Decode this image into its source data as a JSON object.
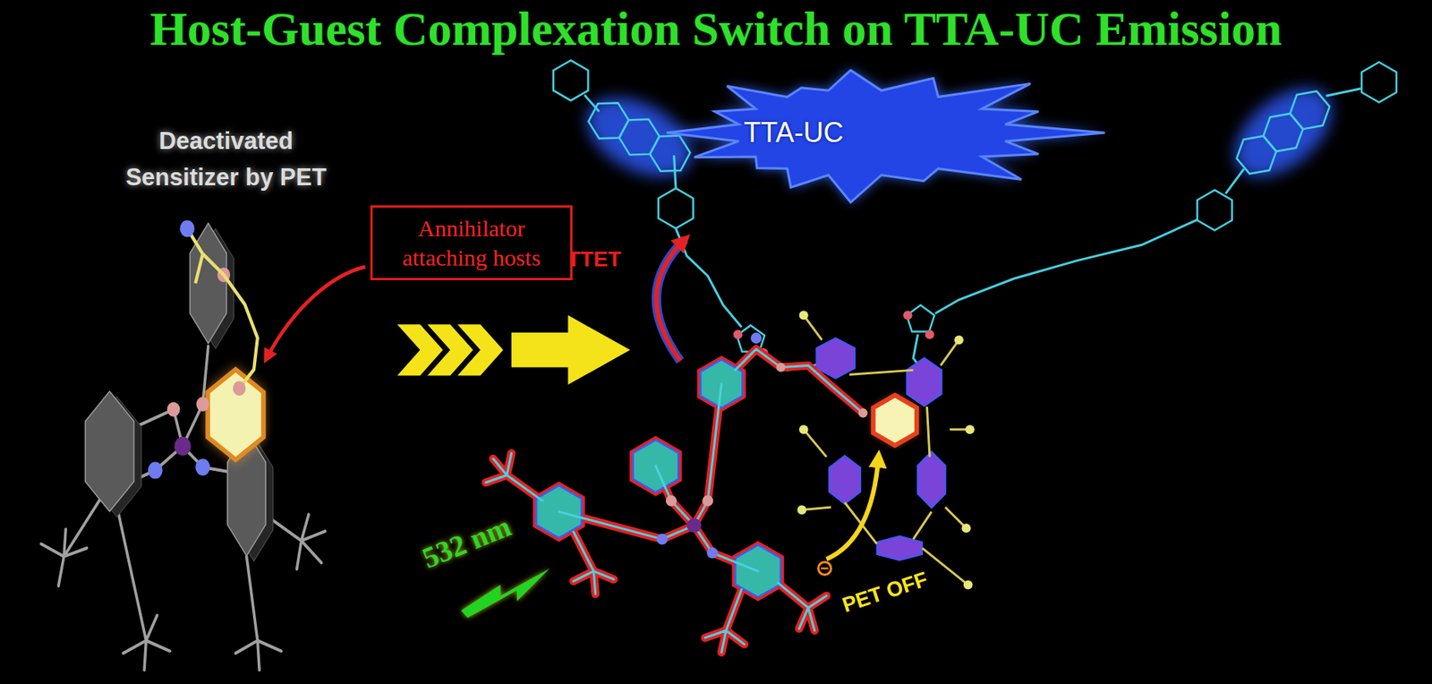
{
  "diagram": {
    "title": "Host-Guest Complexation Switch on TTA-UC Emission",
    "nodes": [
      {
        "text": [
          "Annihilator attaching hosts"
        ]
      },
      {
        "text": [
          "TTA-UC"
        ]
      }
    ],
    "labels": [
      "Deactivated Sensitizer by PET",
      "TTET",
      "532 nm",
      "PET OFF"
    ]
  }
}
